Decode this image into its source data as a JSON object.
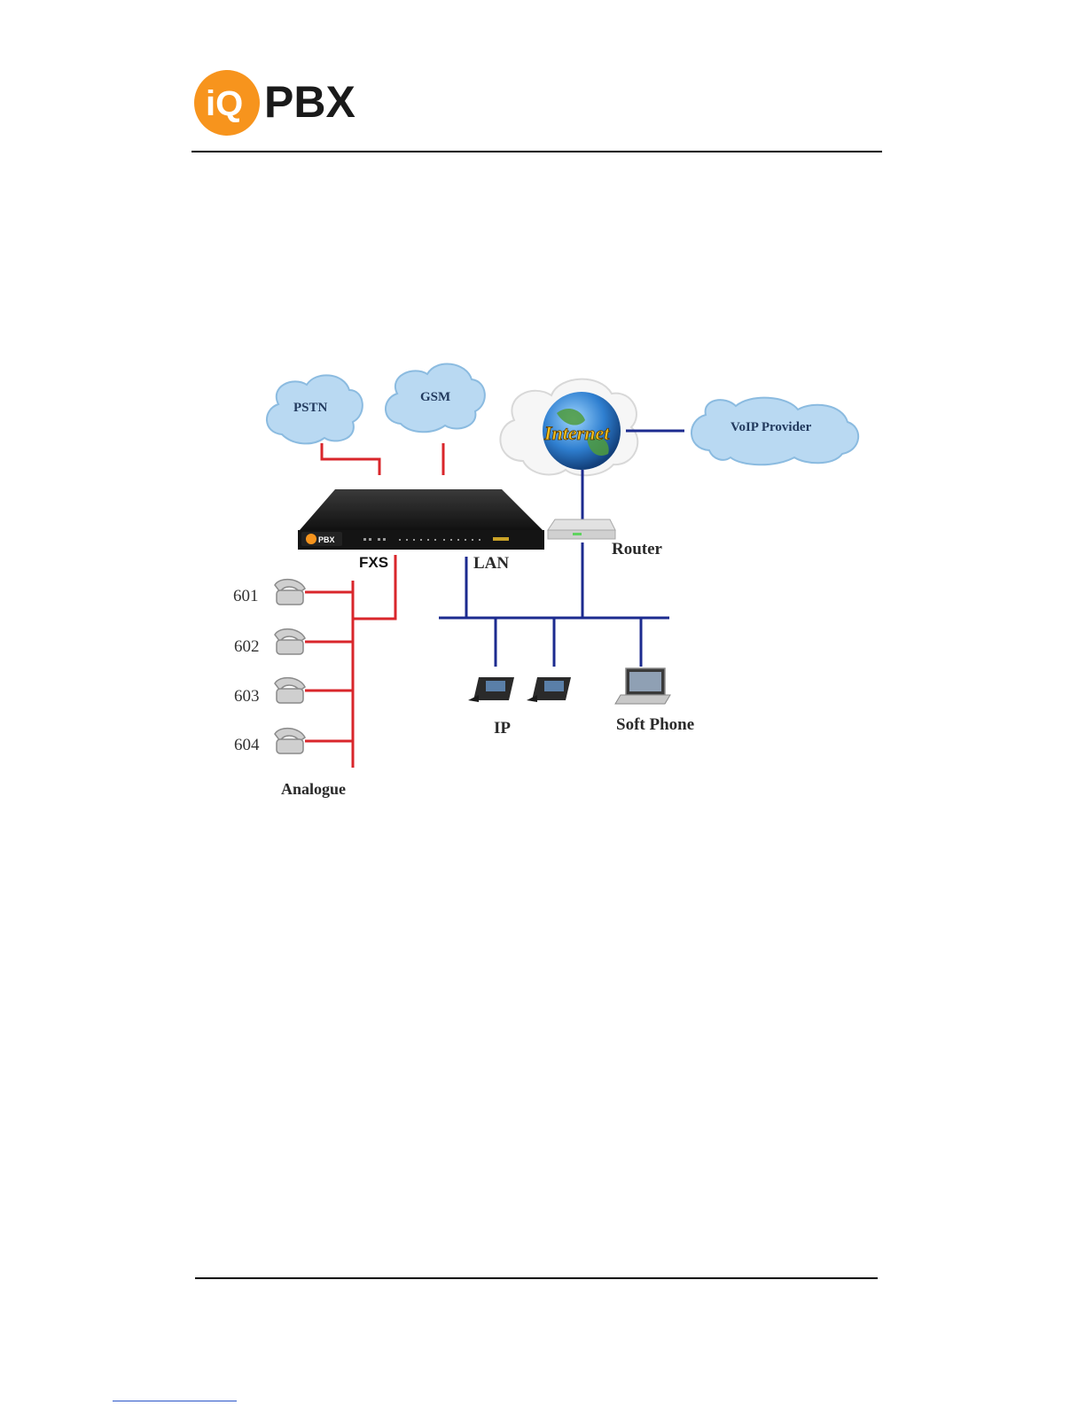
{
  "logo": {
    "mark_text": "iQ",
    "word_text": "PBX",
    "mark_color": "#f7941d",
    "word_color": "#1a1a1a"
  },
  "diagram": {
    "clouds": {
      "pstn": "PSTN",
      "gsm": "GSM",
      "voip": "VoIP Provider",
      "internet": "Internet"
    },
    "labels": {
      "fxs": "FXS",
      "lan": "LAN",
      "router": "Router",
      "ip": "IP",
      "soft_phone": "Soft Phone",
      "analogue": "Analogue"
    },
    "extensions": [
      "601",
      "602",
      "603",
      "604"
    ],
    "device_badge": "PBX",
    "colors": {
      "analog_line": "#d9262b",
      "network_line": "#1c2b8f",
      "cloud_fill": "#b9d9f2",
      "device_body": "#1b1b1b"
    }
  }
}
